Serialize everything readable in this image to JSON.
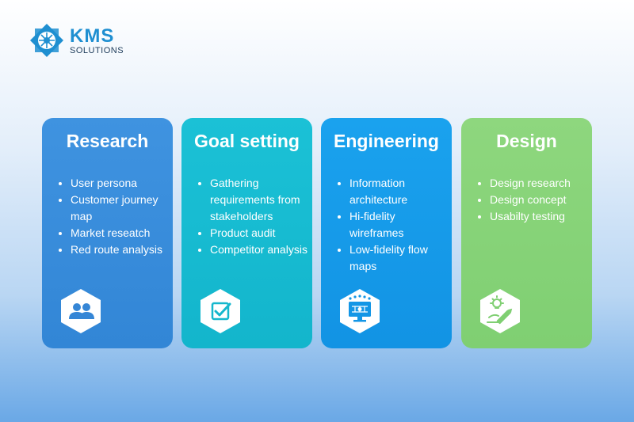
{
  "logo": {
    "name": "KMS",
    "sub": "SOLUTIONS"
  },
  "cards": [
    {
      "title": "Research",
      "items": [
        "User persona",
        "Customer journey map",
        "Market reseatch",
        "Red route analysis"
      ],
      "icon": "users-icon",
      "color": "#3a8edc"
    },
    {
      "title": "Goal setting",
      "items": [
        "Gathering requirements from stakeholders",
        "Product audit",
        "Competitor analysis"
      ],
      "icon": "checkbox-icon",
      "color": "#17bbd1"
    },
    {
      "title": "Engineering",
      "items": [
        "Information architecture",
        "Hi-fidelity wireframes",
        "Low-fidelity flow maps"
      ],
      "icon": "monitor-network-icon",
      "color": "#169beb"
    },
    {
      "title": "Design",
      "items": [
        "Design research",
        "Design concept",
        "Usabilty testing"
      ],
      "icon": "lightbulb-pencil-icon",
      "color": "#86d379"
    }
  ]
}
